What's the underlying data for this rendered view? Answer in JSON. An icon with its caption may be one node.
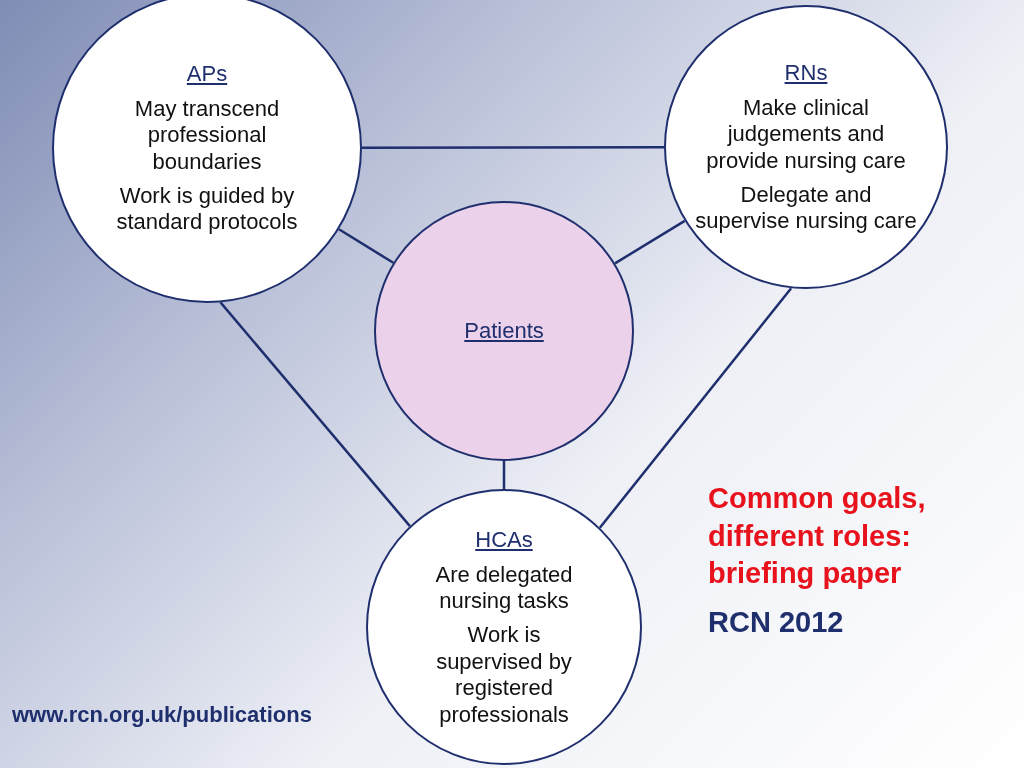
{
  "diagram": {
    "nodes": [
      {
        "text": [
          "APs",
          "May transcend professional boundaries",
          "Work is guided by standard protocols"
        ]
      },
      {
        "text": [
          "RNs",
          "Make clinical judgements and provide nursing care",
          "Delegate and supervise nursing care"
        ]
      },
      {
        "text": [
          "Patients"
        ]
      },
      {
        "text": [
          "HCAs",
          "Are delegated nursing tasks",
          "Work is supervised by registered professionals"
        ]
      }
    ],
    "edges": [
      {
        "from": 0,
        "to": 1,
        "arrow": "none"
      },
      {
        "from": 0,
        "to": 2,
        "arrow": "none"
      },
      {
        "from": 1,
        "to": 2,
        "arrow": "none"
      },
      {
        "from": 0,
        "to": 3,
        "arrow": "none"
      },
      {
        "from": 1,
        "to": 3,
        "arrow": "none"
      },
      {
        "from": 2,
        "to": 3,
        "arrow": "none"
      }
    ],
    "labels": [
      "Common goals, different roles: briefing paper",
      "RCN 2012",
      "www.rcn.org.uk/publications"
    ]
  }
}
